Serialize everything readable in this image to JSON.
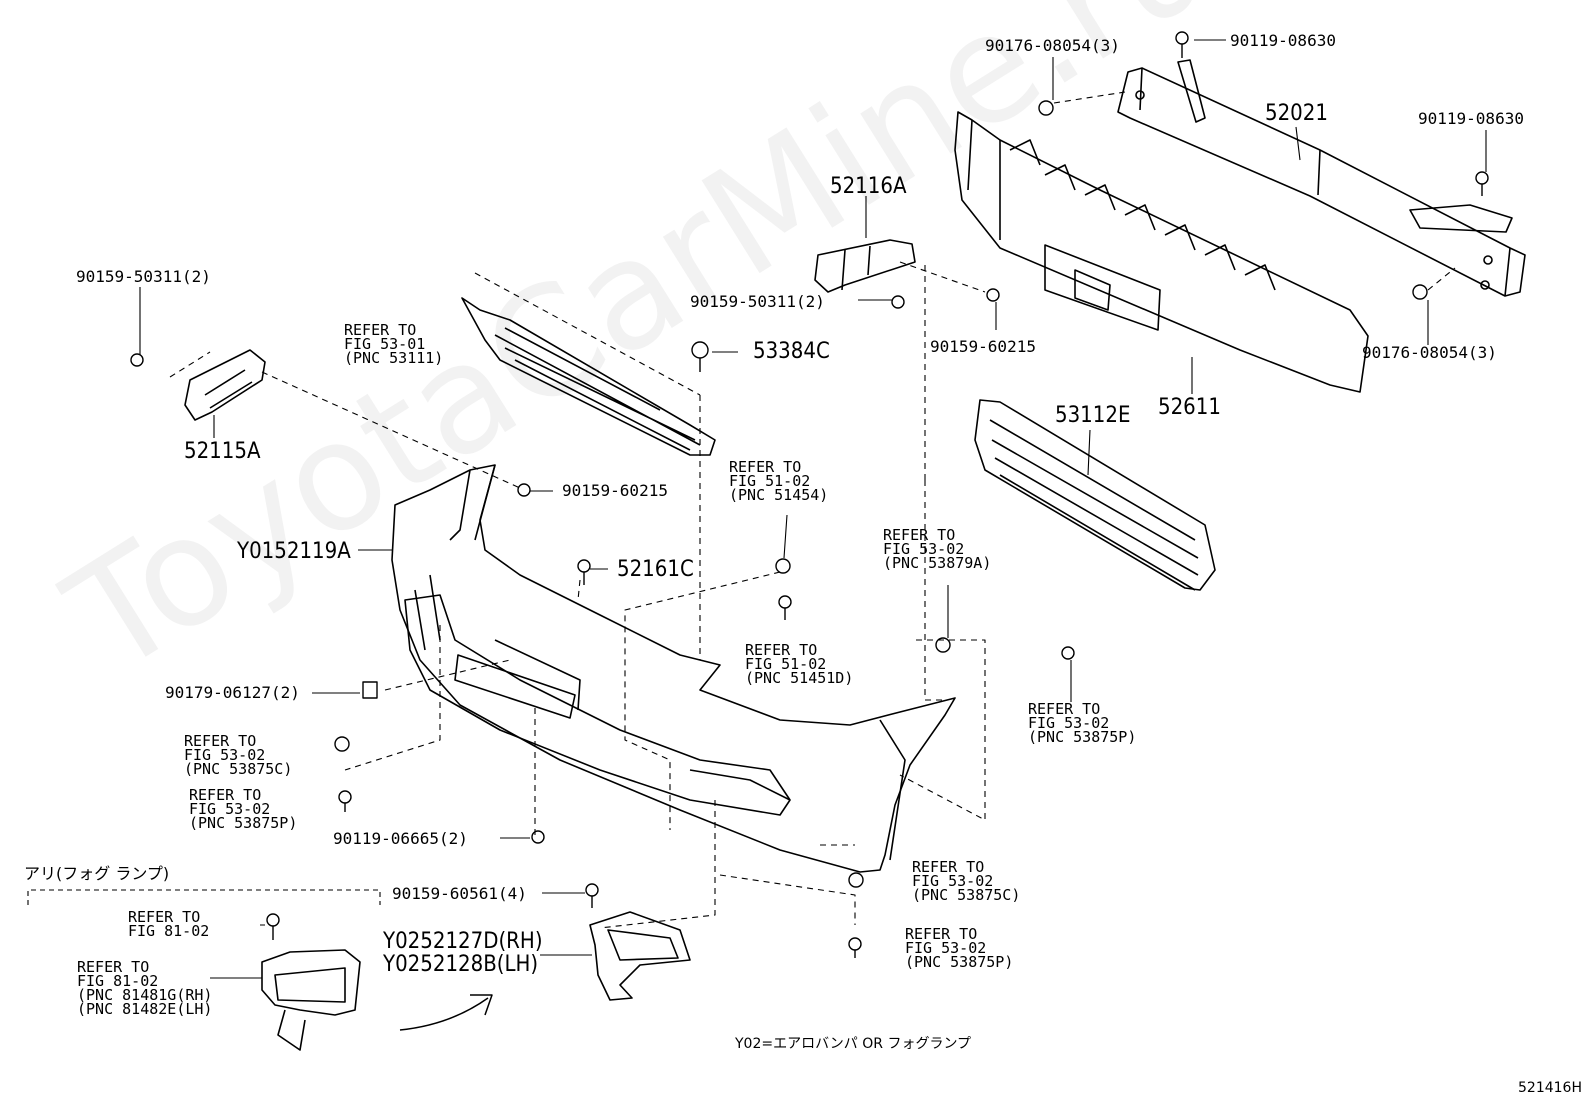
{
  "watermark": "ToyotaCarMine.ru",
  "labels": {
    "p_90176_top": "90176-08054(3)",
    "p_90119_top": "90119-08630",
    "p_52021": "52021",
    "p_90119_right": "90119-08630",
    "p_90176_right": "90176-08054(3)",
    "p_52611": "52611",
    "p_52116a": "52116A",
    "p_90159_50311_mid": "90159-50311(2)",
    "p_90159_60215_mid": "90159-60215",
    "p_53112e": "53112E",
    "p_90159_50311_left": "90159-50311(2)",
    "p_52115a": "52115A",
    "p_53384c": "53384C",
    "p_90159_60215_left": "90159-60215",
    "p_y0152119a": "Y0152119A",
    "p_52161c": "52161C",
    "p_90179": "90179-06127(2)",
    "p_90119_06665": "90119-06665(2)",
    "p_90159_60561": "90159-60561(4)",
    "p_y02_rh": "Y0252127D(RH)",
    "p_y02_lh": "Y0252128B(LH)",
    "ref_53111": "REFER TO\nFIG 53-01\n(PNC 53111)",
    "ref_51454": "REFER TO\nFIG 51-02\n(PNC 51454)",
    "ref_53879a": "REFER TO\nFIG 53-02\n(PNC 53879A)",
    "ref_51451d": "REFER TO\nFIG 51-02\n(PNC 51451D)",
    "ref_53875p_right": "REFER TO\nFIG 53-02\n(PNC 53875P)",
    "ref_53875c_left": "REFER TO\nFIG 53-02\n(PNC 53875C)",
    "ref_53875p_left": "REFER TO\nFIG 53-02\n(PNC 53875P)",
    "ref_53875c_bottom": "REFER TO\nFIG 53-02\n(PNC 53875C)",
    "ref_53875p_bottom": "REFER TO\nFIG 53-02\n(PNC 53875P)",
    "ref_81_02_a": "REFER TO\nFIG 81-02",
    "ref_81481": "REFER TO\nFIG 81-02\n(PNC 81481G(RH)\n(PNC 81482E(LH)",
    "fog_header": "アリ(フォグ ランプ)",
    "footnote": "Y02=エアロバンパ OR フォグランプ",
    "fig_id": "521416H"
  }
}
